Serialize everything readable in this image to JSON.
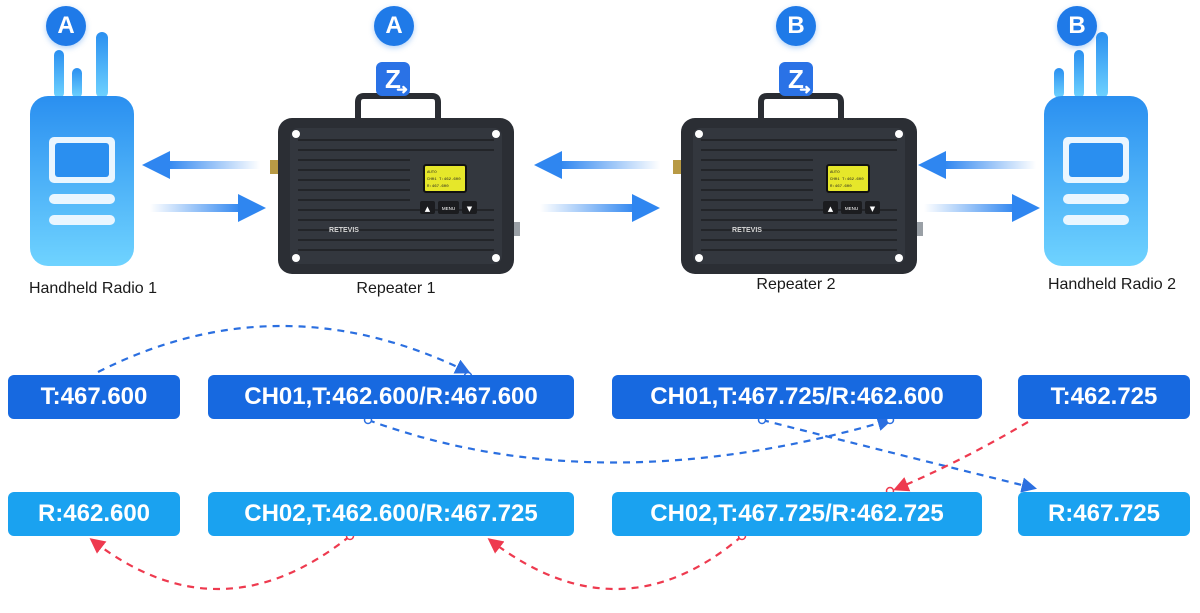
{
  "badges": {
    "radio1": "A",
    "repeater1": "A",
    "repeater2": "B",
    "radio2": "B"
  },
  "captions": {
    "radio1": "Handheld Radio 1",
    "repeater1": "Repeater 1",
    "repeater2": "Repeater 2",
    "radio2": "Handheld Radio 2"
  },
  "repeater_brand": "RETEVIS",
  "repeater_menu": "MENU",
  "repeater_screen": [
    "AUTO",
    "CH01 T:462.600",
    "R:467.600"
  ],
  "boxes": {
    "r1_tx": "T:467.600",
    "rep1_ch01": "CH01,T:462.600/R:467.600",
    "rep2_ch01": "CH01,T:467.725/R:462.600",
    "r2_tx": "T:462.725",
    "r1_rx": "R:462.600",
    "rep1_ch02": "CH02,T:462.600/R:467.725",
    "rep2_ch02": "CH02,T:467.725/R:462.725",
    "r2_rx": "R:467.725"
  },
  "colors": {
    "dark_box": "#1769e0",
    "light_box": "#1aa2f0",
    "blue_path": "#2b6fe0",
    "red_path": "#ee3a4f",
    "arrow": "#2f86f0"
  }
}
